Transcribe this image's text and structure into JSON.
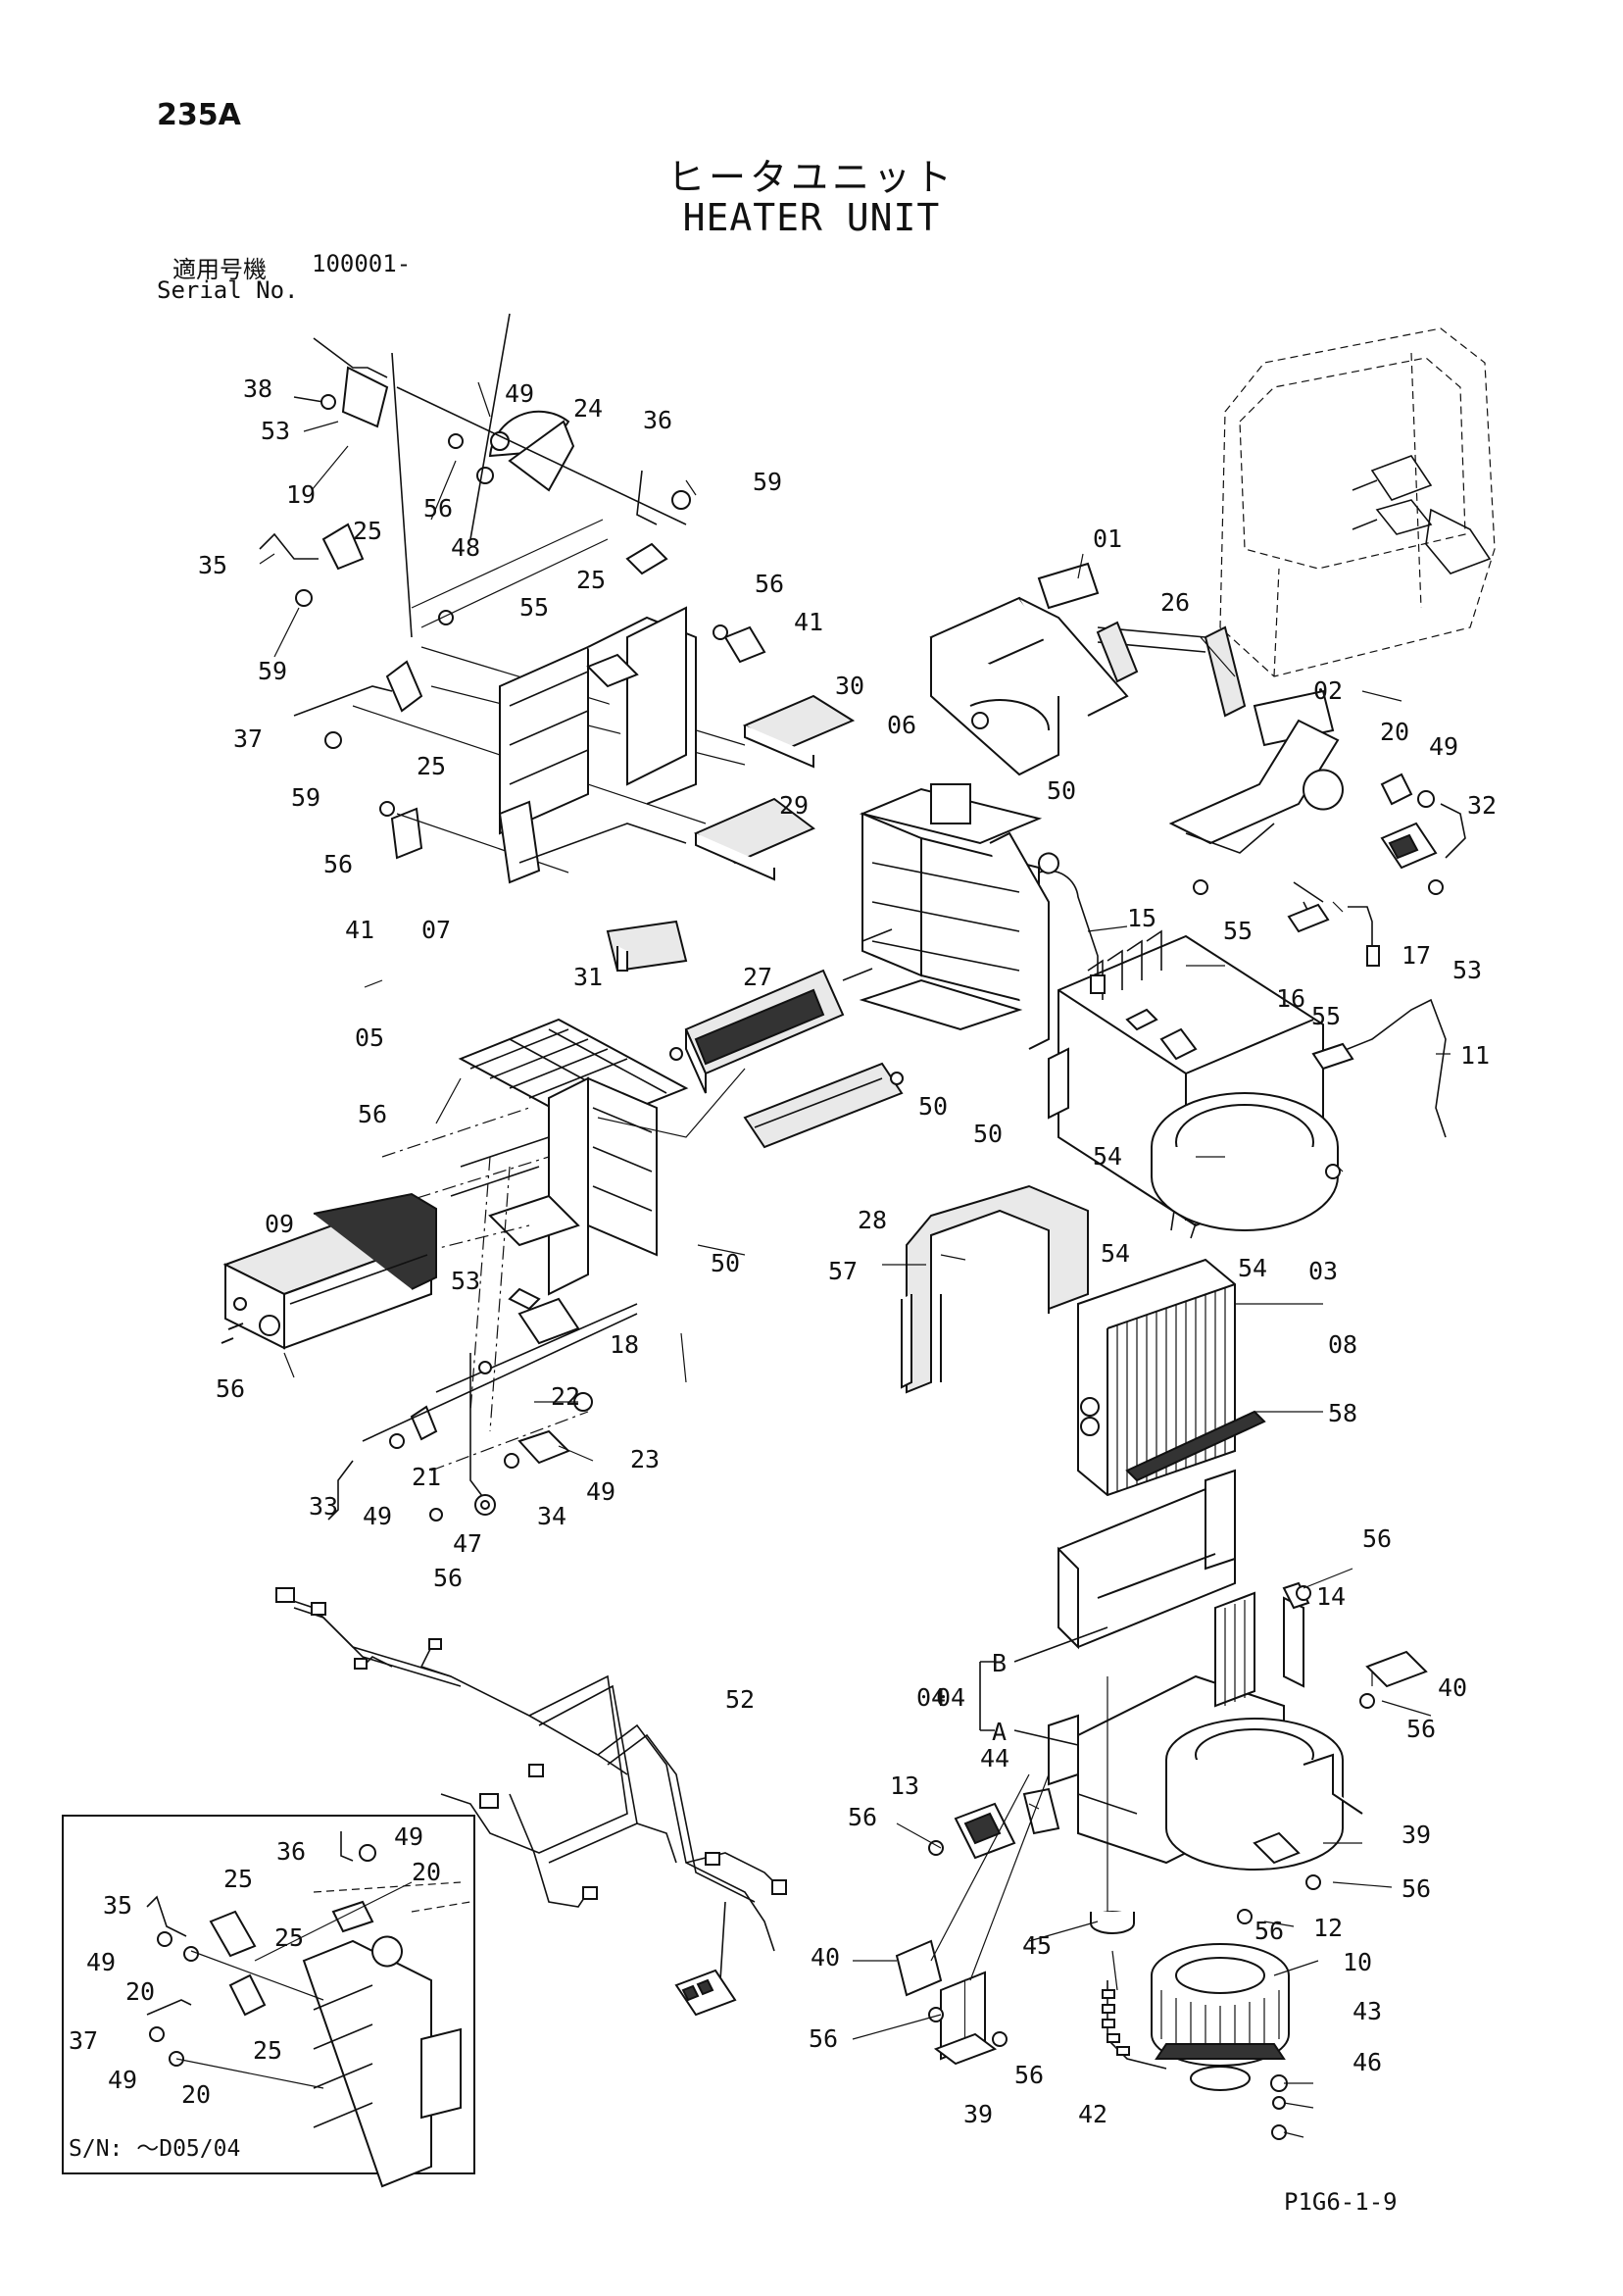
{
  "header": {
    "page_number": "235A",
    "title_ja": "ヒータユニット",
    "title_en": "HEATER UNIT",
    "serial_label_ja": "適用号機",
    "serial_label_en": "Serial No.",
    "serial_value": "100001-"
  },
  "inset": {
    "serial_range": "S/N: ～D05/04",
    "labels": [
      "36",
      "49",
      "20",
      "25",
      "35",
      "49",
      "25",
      "20",
      "37",
      "49",
      "25",
      "20"
    ]
  },
  "group_bracket": {
    "label": "04",
    "branches": [
      "B",
      "A"
    ]
  },
  "part_labels": [
    "38",
    "49",
    "24",
    "53",
    "19",
    "56",
    "48",
    "36",
    "59",
    "25",
    "35",
    "25",
    "59",
    "56",
    "55",
    "41",
    "37",
    "25",
    "59",
    "56",
    "41",
    "07",
    "30",
    "29",
    "06",
    "50",
    "01",
    "26",
    "02",
    "20",
    "49",
    "32",
    "15",
    "55",
    "17",
    "53",
    "16",
    "55",
    "31",
    "27",
    "05",
    "56",
    "50",
    "50",
    "11",
    "09",
    "56",
    "28",
    "54",
    "54",
    "54",
    "03",
    "50",
    "57",
    "53",
    "18",
    "22",
    "08",
    "58",
    "33",
    "49",
    "21",
    "23",
    "49",
    "34",
    "47",
    "56",
    "56",
    "14",
    "40",
    "56",
    "52",
    "04",
    "13",
    "44",
    "56",
    "39",
    "56",
    "12",
    "45",
    "40",
    "56",
    "10",
    "43",
    "46",
    "42",
    "39",
    "56",
    "56"
  ],
  "footer": {
    "drawing_code": "P1G6-1-9"
  }
}
